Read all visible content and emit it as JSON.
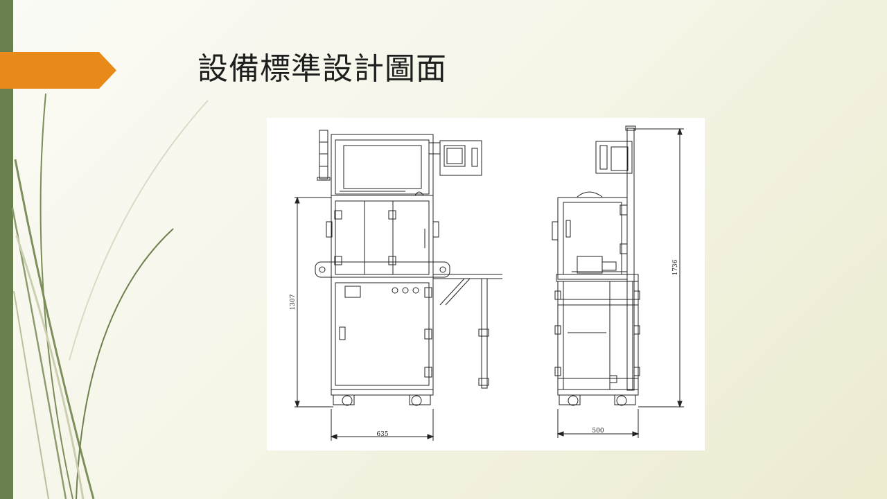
{
  "slide": {
    "title": "設備標準設計圖面",
    "accent_color": "#e8891a",
    "bar_color": "#6a7f4e"
  },
  "drawing": {
    "front_view": {
      "width_dim": "635",
      "height_dim": "1307"
    },
    "side_view": {
      "width_dim": "500",
      "height_dim": "1736"
    }
  }
}
